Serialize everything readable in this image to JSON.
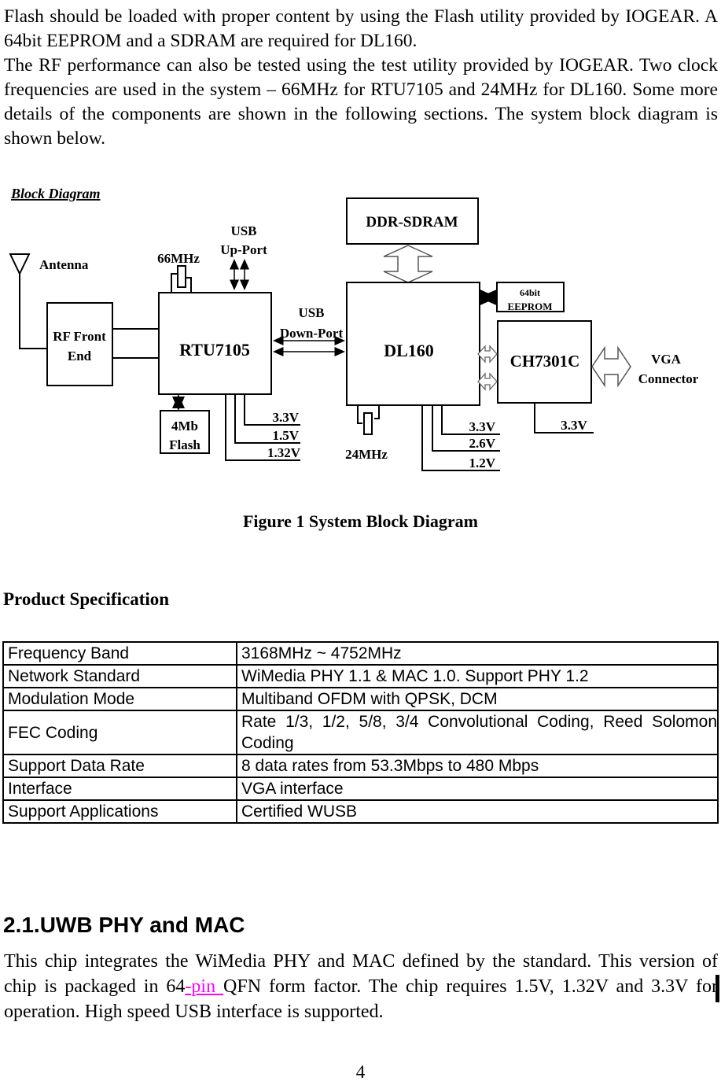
{
  "page": {
    "paragraph_top_1": "Flash should be loaded with proper content by using the Flash utility provided by  IOGEAR. A 64bit EEPROM and a SDRAM are required for DL160.",
    "paragraph_top_2": "The RF performance can also be tested using the test utility provided by IOGEAR. Two clock frequencies are used in the system – 66MHz for RTU7105 and 24MHz for DL160. Some more details of the components are shown in the following sections. The system block diagram is shown below.",
    "figure_caption": "Figure 1 System Block Diagram",
    "section_heading": "Product Specification",
    "subsection_heading": "2.1.UWB PHY and MAC",
    "paragraph_bottom": {
      "part1": "This chip integrates the WiMedia PHY and MAC defined by the standard. This version of chip is packaged in 64",
      "highlight": "-pin ",
      "part2": "QFN form factor. The chip requires 1.5V, 1.32V and 3.3V for operation. High speed USB interface is supported."
    },
    "page_number": "4"
  },
  "colors": {
    "highlight_magenta": "#FF00FF",
    "text": "#000000",
    "arrow_outline": "#555555"
  },
  "diagram": {
    "title": "Block Diagram",
    "labels": {
      "antenna": "Antenna",
      "rf_front_1": "RF Front",
      "rf_front_2": "End",
      "rtu": "RTU7105",
      "mhz66": "66MHz",
      "usb_up_1": "USB",
      "usb_up_2": "Up-Port",
      "ddr": "DDR-SDRAM",
      "usb_down_1": "USB",
      "usb_down_2": "Down-Port",
      "dl": "DL160",
      "eeprom_1": "64bit",
      "eeprom_2": "EEPROM",
      "ch": "CH7301C",
      "vga_1": "VGA",
      "vga_2": "Connector",
      "flash_1": "4Mb",
      "flash_2": "Flash",
      "rtu_v1": "3.3V",
      "rtu_v2": "1.5V",
      "rtu_v3": "1.32V",
      "mhz24": "24MHz",
      "dl_v1": "3.3V",
      "dl_v2": "2.6V",
      "dl_v3": "1.2V",
      "ch_v1": "3.3V"
    }
  },
  "spec_table": {
    "rows": [
      {
        "label": "Frequency Band",
        "value": "3168MHz ~ 4752MHz"
      },
      {
        "label": "Network Standard",
        "value": "WiMedia PHY 1.1 & MAC 1.0. Support PHY 1.2"
      },
      {
        "label": "Modulation Mode",
        "value": "Multiband  OFDM with QPSK, DCM"
      },
      {
        "label": "FEC Coding",
        "value": "Rate 1/3, 1/2, 5/8, 3/4 Convolutional Coding, Reed Solomon Coding"
      },
      {
        "label": "Support Data Rate",
        "value": "8 data rates from 53.3Mbps to 480 Mbps"
      },
      {
        "label": "Interface",
        "value": "VGA interface"
      },
      {
        "label": "Support Applications",
        "value": "Certified WUSB"
      }
    ]
  }
}
